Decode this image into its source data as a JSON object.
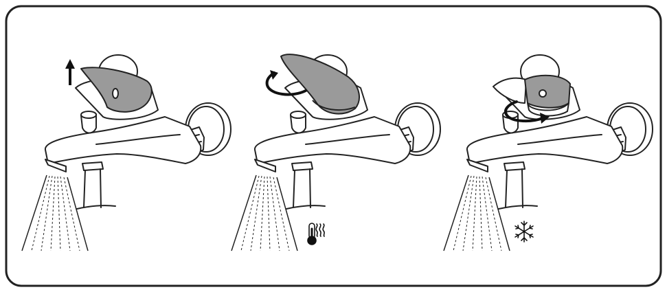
{
  "panels": [
    {
      "id": "panel-1",
      "action": "lift-lever",
      "arrow_icon": "arrow-up-icon",
      "indicator_icon": null
    },
    {
      "id": "panel-2",
      "action": "rotate-lever-left",
      "arrow_icon": "rotate-left-arrow-icon",
      "indicator_icon": "hot-water-thermometer-icon"
    },
    {
      "id": "panel-3",
      "action": "rotate-knob-right",
      "arrow_icon": "rotate-right-arrow-icon",
      "indicator_icon": "cold-water-snowflake-icon"
    }
  ],
  "colors": {
    "frame": "#222222",
    "line": "#222222",
    "lever_fill": "#9a9a9a",
    "background": "#ffffff"
  }
}
